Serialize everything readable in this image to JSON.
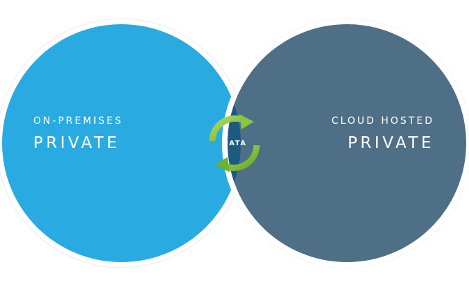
{
  "left_circle": {
    "subtitle": "ON-PREMISES",
    "title": "PRIVATE",
    "color": "#29abe2"
  },
  "right_circle": {
    "subtitle": "CLOUD HOSTED",
    "title": "PRIVATE",
    "color": "#4e6f85"
  },
  "overlap": {
    "label": "DATA",
    "color": "#1c5a80",
    "icon": "refresh-cycle-icon",
    "icon_color": "#8cc63f"
  },
  "outline_color": "#ffffff"
}
